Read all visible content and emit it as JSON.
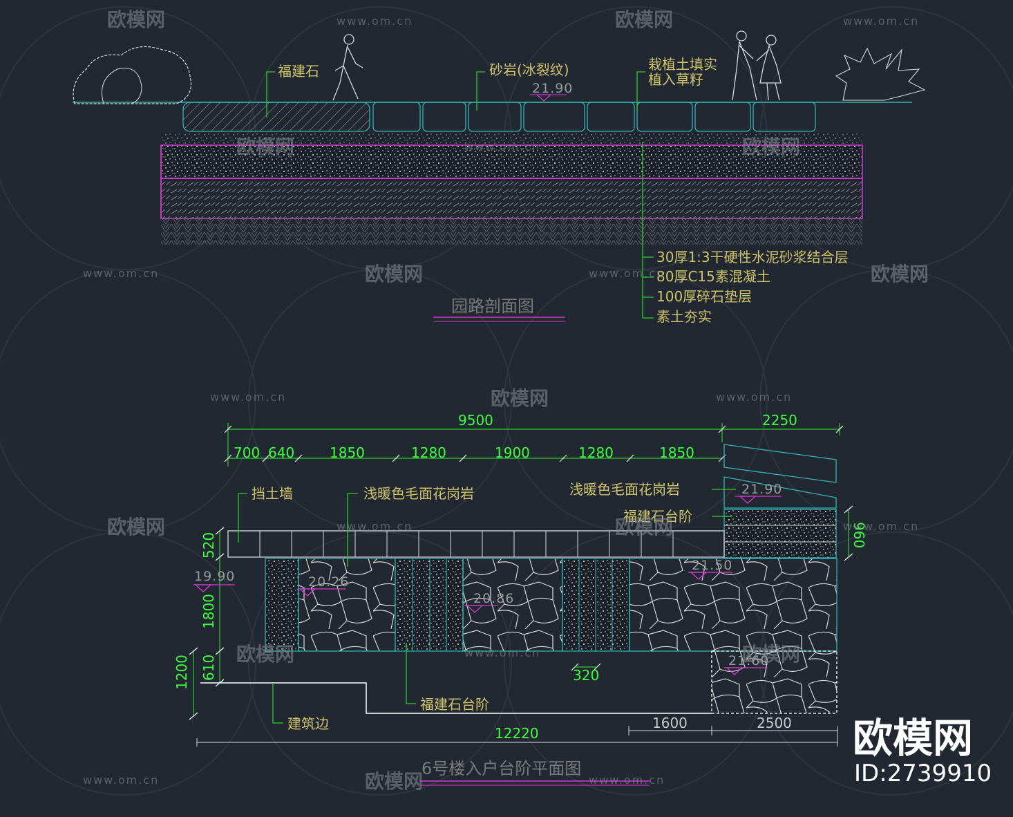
{
  "section": {
    "title": "园路剖面图",
    "callouts": {
      "fujian_stone": "福建石",
      "sandstone": "砂岩(冰裂纹)",
      "planting_1": "栽植土填实",
      "planting_2": "植入草籽"
    },
    "elevation": "21.90",
    "layers": [
      "30厚1:3干硬性水泥砂浆结合层",
      "80厚C15素混凝土",
      "100厚碎石垫层",
      "素土夯实"
    ]
  },
  "plan": {
    "title": "6号楼入户台阶平面图",
    "dims_top_total": [
      "9500",
      "2250"
    ],
    "dims_top_parts": [
      "700",
      "640",
      "1850",
      "1280",
      "1900",
      "1280",
      "1850"
    ],
    "dims_left": [
      "520",
      "1800",
      "1200",
      "610"
    ],
    "dim_right": "960",
    "dim_step": "320",
    "dims_bottom": [
      "1600",
      "2500"
    ],
    "dim_total_bottom": "12220",
    "labels": {
      "retaining_wall": "挡土墙",
      "granite_1": "浅暖色毛面花岗岩",
      "granite_2": "浅暖色毛面花岗岩",
      "fujian_steps_1": "福建石台阶",
      "fujian_steps_2": "福建石台阶",
      "building_edge": "建筑边"
    },
    "elevations": [
      "21.90",
      "19.90",
      "20.26",
      "20.86",
      "21.50",
      "21.60"
    ]
  },
  "watermark": {
    "brand": "欧模网",
    "url": "www.om.cn",
    "id": "ID:2739910"
  },
  "colors": {
    "background": "#222831",
    "label": "#cfc46a",
    "dimension": "#3cff3c",
    "leader": "#2ecc2e",
    "magenta": "#d43ad4",
    "cyan": "#2fb4b4",
    "line": "#d8d8d8"
  }
}
